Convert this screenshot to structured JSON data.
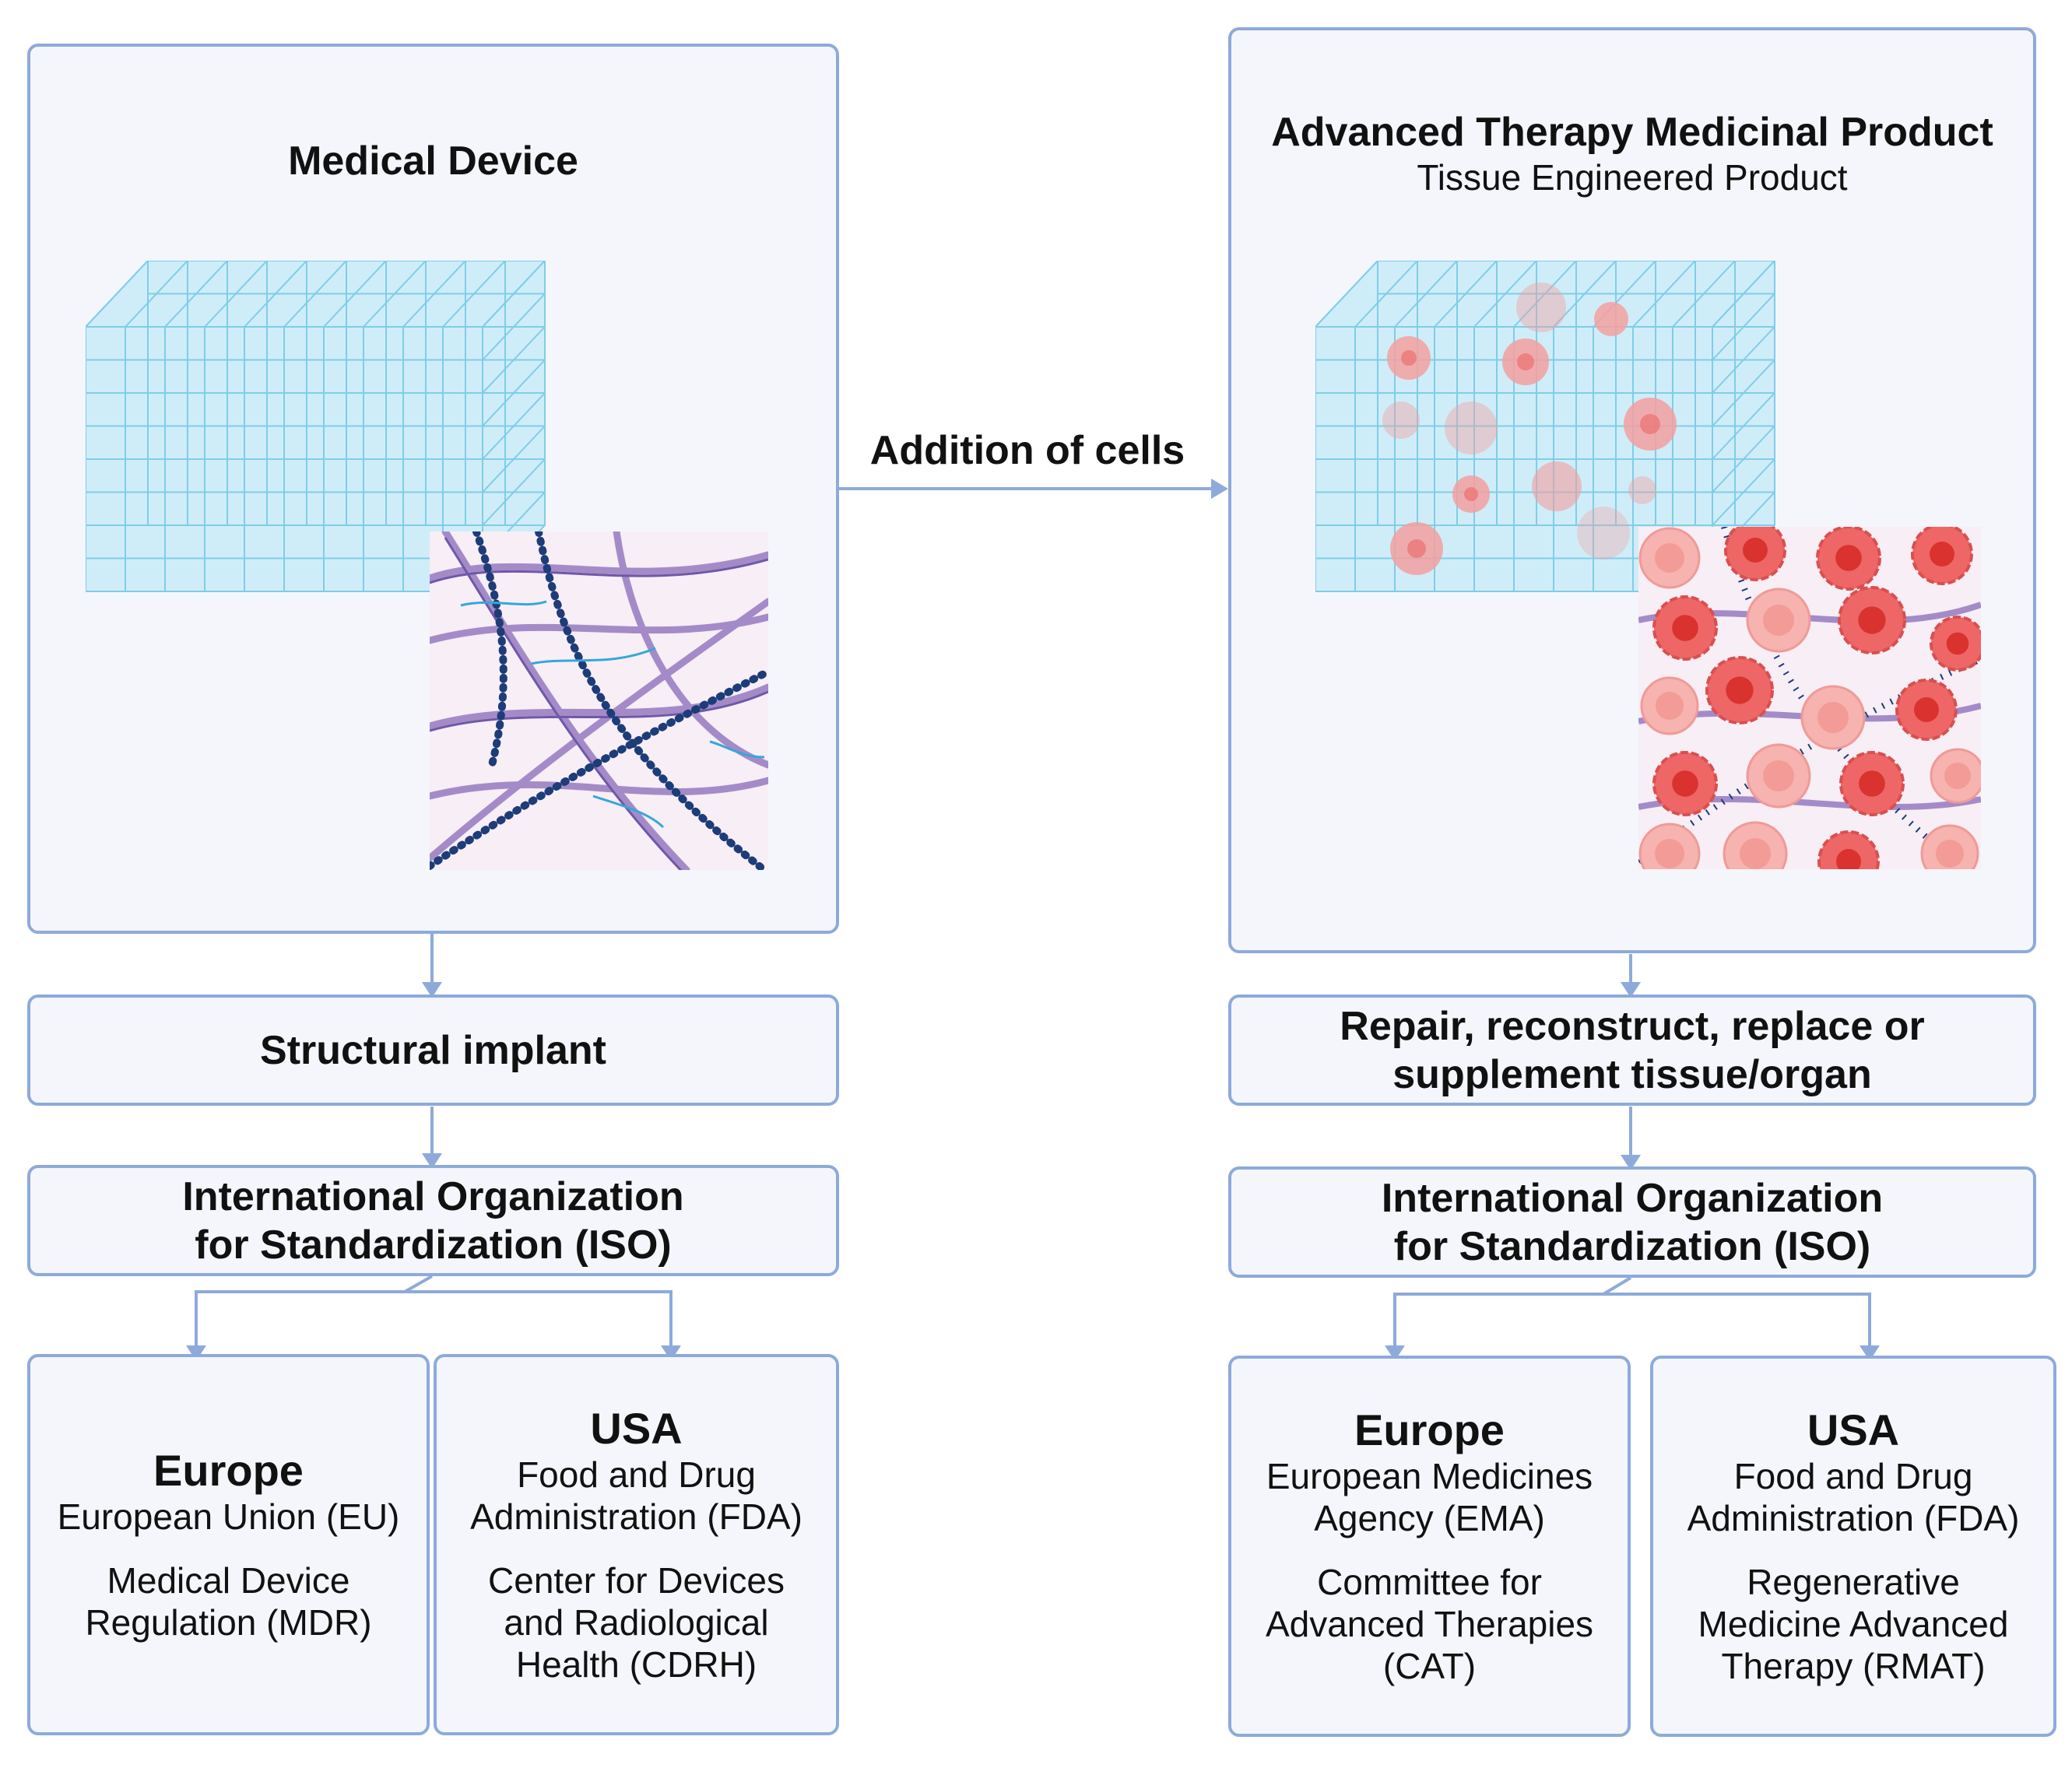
{
  "left": {
    "title": "Medical Device",
    "purpose": "Structural implant",
    "iso": {
      "line1": "International Organization",
      "line2": "for Standardization (ISO)"
    },
    "europe": {
      "heading": "Europe",
      "l1": "European Union (EU)",
      "l2": "Medical Device",
      "l3": "Regulation (MDR)"
    },
    "usa": {
      "heading": "USA",
      "l1": "Food and Drug",
      "l2": "Administration (FDA)",
      "l3": "Center for Devices",
      "l4": "and Radiological",
      "l5": "Health (CDRH)"
    }
  },
  "arrow_label": "Addition of cells",
  "right": {
    "title": "Advanced Therapy Medicinal Product",
    "subtitle": "Tissue Engineered Product",
    "purpose": {
      "line1": "Repair, reconstruct, replace or",
      "line2": "supplement tissue/organ"
    },
    "iso": {
      "line1": "International Organization",
      "line2": "for Standardization (ISO)"
    },
    "europe": {
      "heading": "Europe",
      "l1": "European Medicines",
      "l2": "Agency (EMA)",
      "l3": "Committee for",
      "l4": "Advanced Therapies",
      "l5": "(CAT)"
    },
    "usa": {
      "heading": "USA",
      "l1": "Food and Drug",
      "l2": "Administration (FDA)",
      "l3": "Regenerative",
      "l4": "Medicine Advanced",
      "l5": "Therapy (RMAT)"
    }
  },
  "colors": {
    "border": "#8eaadb",
    "box_fill": "#f4f6fc",
    "scaffold": "#bfe6f5",
    "cell": "#ef6b6b",
    "fiber": "#9f87c4"
  }
}
